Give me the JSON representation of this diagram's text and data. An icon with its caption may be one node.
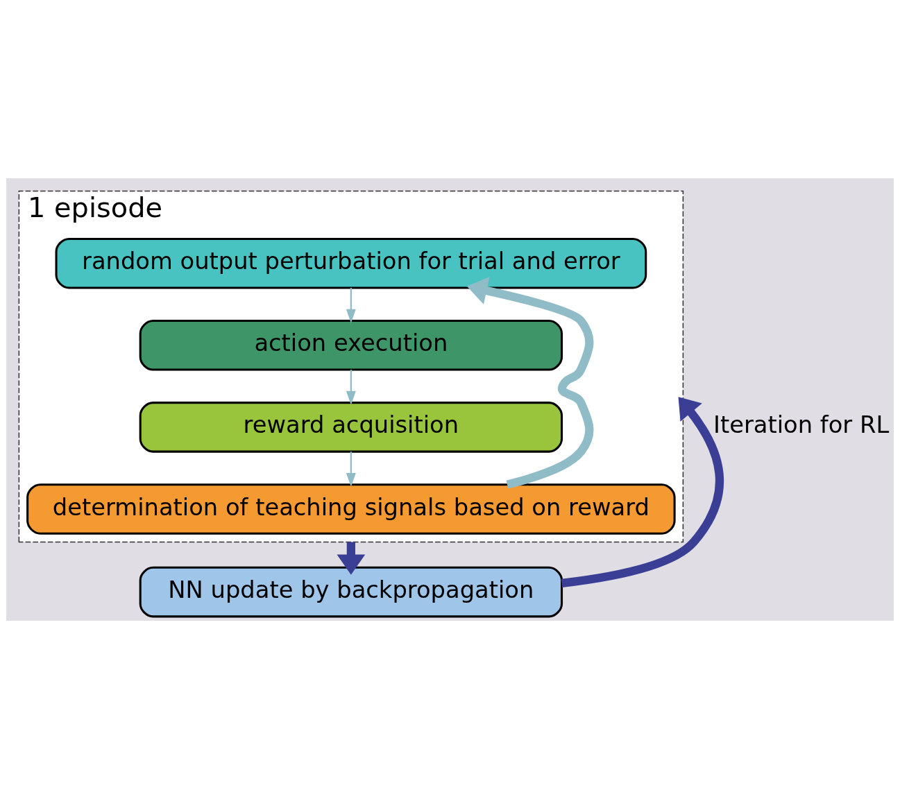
{
  "diagram": {
    "nodes": [
      {
        "text": [
          "1 episode"
        ]
      },
      {
        "text": [
          "random output perturbation for trial and error"
        ],
        "in": 0
      },
      {
        "text": [
          "action execution"
        ],
        "in": 0
      },
      {
        "text": [
          "reward acquisition"
        ],
        "in": 0
      },
      {
        "text": [
          "determination of teaching signals based on reward"
        ],
        "in": 0
      },
      {
        "text": [
          "NN update by backpropagation"
        ]
      }
    ],
    "edges": [
      {
        "from": 1,
        "to": 2,
        "arrow": "to"
      },
      {
        "from": 2,
        "to": 3,
        "arrow": "to"
      },
      {
        "from": 3,
        "to": 4,
        "arrow": "to"
      },
      {
        "from": 4,
        "to": 1,
        "arrow": "to",
        "style": "thick"
      },
      {
        "from": 0,
        "to": 5,
        "arrow": "to",
        "style": "thick",
        "color": "#3a3f95"
      },
      {
        "from": 5,
        "to": 0,
        "arrow": "to",
        "label": "Iteration for RL",
        "style": "thick",
        "color": "#3a3f95"
      }
    ]
  }
}
